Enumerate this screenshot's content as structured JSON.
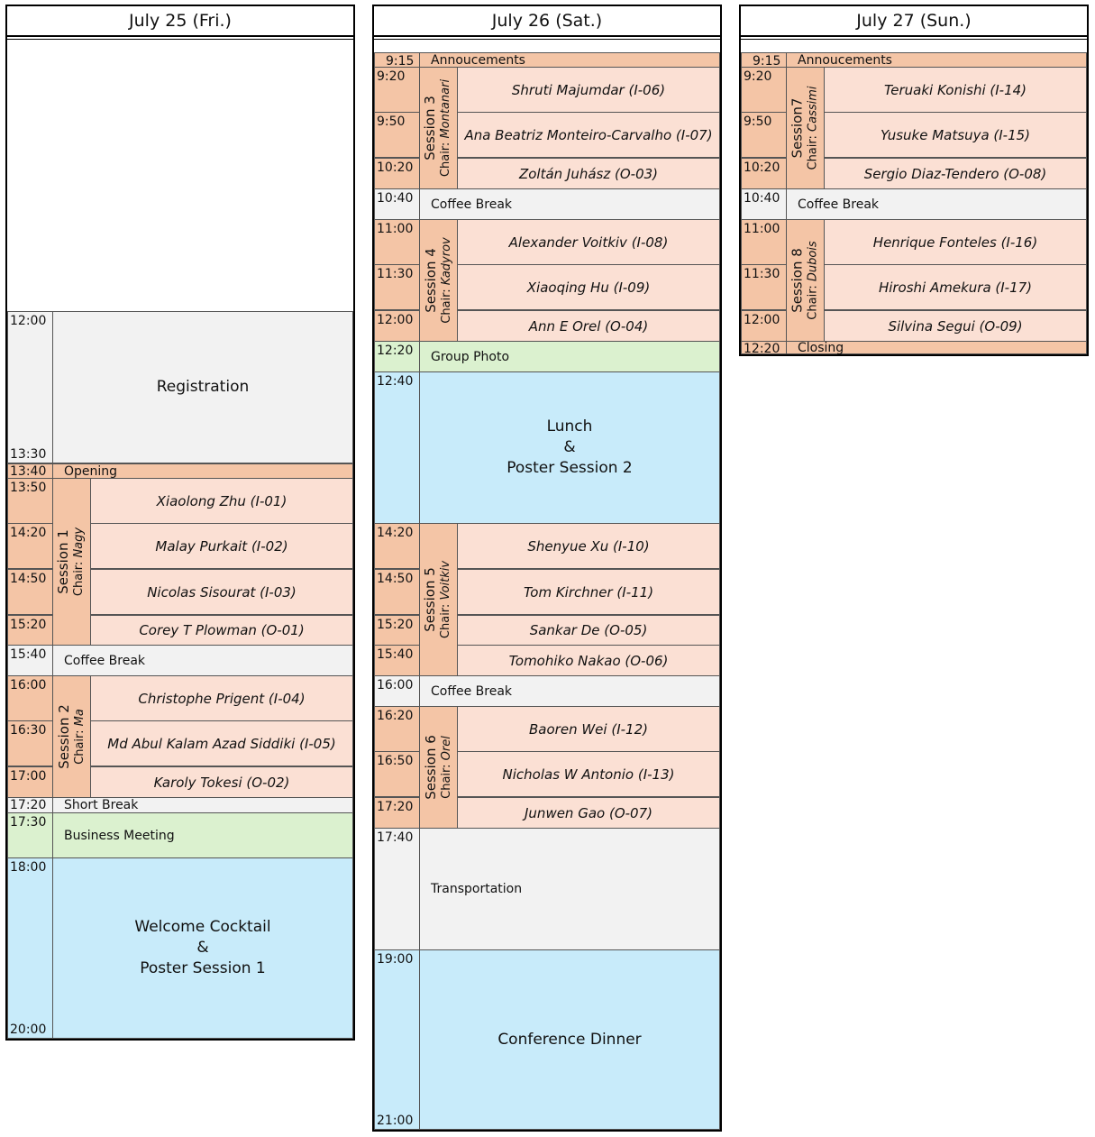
{
  "days": [
    {
      "title": "July 25 (Fri.)",
      "times": {
        "registration": [
          "12:00",
          "13:30"
        ],
        "opening": "13:40",
        "t1": "13:50",
        "t2": "14:20",
        "t3": "14:50",
        "t4": "15:20",
        "coffee": "15:40",
        "t5": "16:00",
        "t6": "16:30",
        "t7": "17:00",
        "short": "17:20",
        "business": "17:30",
        "welcome": [
          "18:00",
          "20:00"
        ]
      },
      "registration": "Registration",
      "opening": "Opening",
      "session1": {
        "name": "Session 1",
        "chair_prefix": "Chair: ",
        "chair": "Nagy"
      },
      "talks1": [
        "Xiaolong Zhu (I-01)",
        "Malay Purkait (I-02)",
        "Nicolas Sisourat (I-03)",
        "Corey T Plowman (O-01)"
      ],
      "coffee": "Coffee Break",
      "session2": {
        "name": "Session 2",
        "chair_prefix": "Chair: ",
        "chair": "Ma"
      },
      "talks2": [
        "Christophe Prigent (I-04)",
        "Md Abul Kalam Azad Siddiki (I-05)",
        "Karoly Tokesi (O-02)"
      ],
      "short_break": "Short Break",
      "business": "Business Meeting",
      "welcome": [
        "Welcome Cocktail",
        "&",
        "Poster Session 1"
      ]
    },
    {
      "title": "July 26 (Sat.)",
      "times": {
        "ann": "9:15",
        "a1": "9:20",
        "a2": "9:50",
        "a3": "10:20",
        "coffee1": "10:40",
        "b1": "11:00",
        "b2": "11:30",
        "b3": "12:00",
        "photo": "12:20",
        "lunch": "12:40",
        "c1": "14:20",
        "c2": "14:50",
        "c3": "15:20",
        "c4": "15:40",
        "coffee2": "16:00",
        "d1": "16:20",
        "d2": "16:50",
        "d3": "17:20",
        "transport": "17:40",
        "dinner": [
          "19:00",
          "21:00"
        ]
      },
      "announcements": "Annoucements",
      "session3": {
        "name": "Session 3",
        "chair_prefix": "Chair: ",
        "chair": "Montanari"
      },
      "talks3": [
        "Shruti Majumdar (I-06)",
        "Ana Beatriz Monteiro-Carvalho (I-07)",
        "Zoltán Juhász (O-03)"
      ],
      "coffee1": "Coffee Break",
      "session4": {
        "name": "Session 4",
        "chair_prefix": "Chair: ",
        "chair": "Kadyrov"
      },
      "talks4": [
        "Alexander Voitkiv (I-08)",
        "Xiaoqing Hu (I-09)",
        "Ann E Orel (O-04)"
      ],
      "photo": "Group Photo",
      "lunch": [
        "Lunch",
        "&",
        "Poster Session 2"
      ],
      "session5": {
        "name": "Session 5",
        "chair_prefix": "Chair: ",
        "chair": "Voitkiv"
      },
      "talks5": [
        "Shenyue Xu (I-10)",
        "Tom Kirchner (I-11)",
        "Sankar De (O-05)",
        "Tomohiko Nakao (O-06)"
      ],
      "coffee2": "Coffee Break",
      "session6": {
        "name": "Session 6",
        "chair_prefix": "Chair: ",
        "chair": "Orel"
      },
      "talks6": [
        "Baoren Wei (I-12)",
        "Nicholas W Antonio (I-13)",
        "Junwen Gao (O-07)"
      ],
      "transport": "Transportation",
      "dinner": "Conference Dinner"
    },
    {
      "title": "July 27 (Sun.)",
      "times": {
        "ann": "9:15",
        "a1": "9:20",
        "a2": "9:50",
        "a3": "10:20",
        "coffee": "10:40",
        "b1": "11:00",
        "b2": "11:30",
        "b3": "12:00",
        "closing": "12:20"
      },
      "announcements": "Annoucements",
      "session7": {
        "name": "Session7",
        "chair_prefix": "Chair: ",
        "chair": "Cassimi"
      },
      "talks7": [
        "Teruaki Konishi (I-14)",
        "Yusuke Matsuya (I-15)",
        "Sergio Diaz-Tendero (O-08)"
      ],
      "coffee": "Coffee Break",
      "session8": {
        "name": "Session 8",
        "chair_prefix": "Chair: ",
        "chair": "Dubois"
      },
      "talks8": [
        "Henrique Fonteles (I-16)",
        "Hiroshi Amekura (I-17)",
        "Silvina Segui (O-09)"
      ],
      "closing": "Closing"
    }
  ],
  "colors": {
    "session": "#f4c5a6",
    "talk": "#fbe0d4",
    "break": "#f2f2f2",
    "green": "#dbf1cf",
    "blue": "#c8ebfa"
  }
}
